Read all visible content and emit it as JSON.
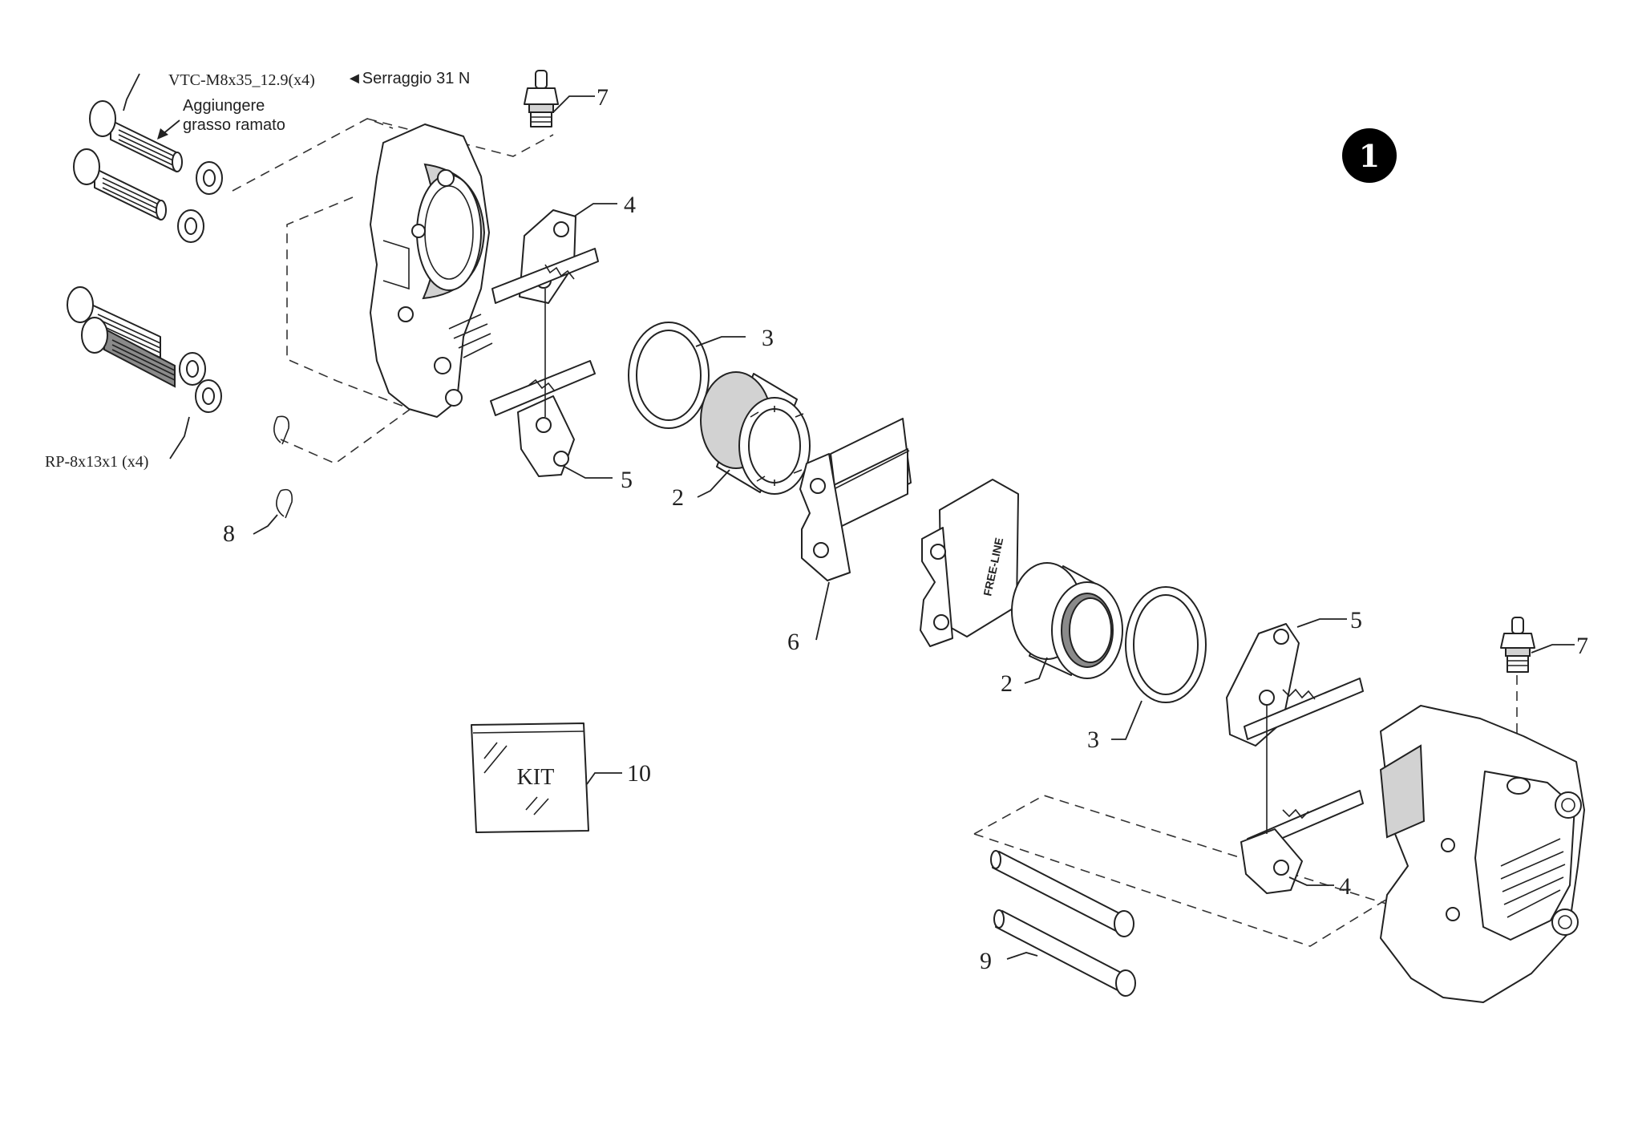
{
  "diagram": {
    "badge": "1",
    "notes": {
      "bolt_spec": "VTC-M8x35_12.9(x4)",
      "torque": "◄Serraggio 31 N",
      "grease_line1": "Aggiungere",
      "grease_line2": "grasso ramato",
      "washer_spec": "RP-8x13x1 (x4)"
    },
    "kit_label": "KIT",
    "pad_marking": "FREE-LINE",
    "callouts": {
      "bleed_left": "7",
      "bleed_right": "7",
      "plate_upper_left": "4",
      "plate_lower_left": "5",
      "plate_upper_right": "5",
      "plate_lower_right": "4",
      "seal_left": "3",
      "seal_right": "3",
      "piston_left": "2",
      "piston_right": "2",
      "pads": "6",
      "clip": "8",
      "pins": "9",
      "kit": "10"
    }
  }
}
